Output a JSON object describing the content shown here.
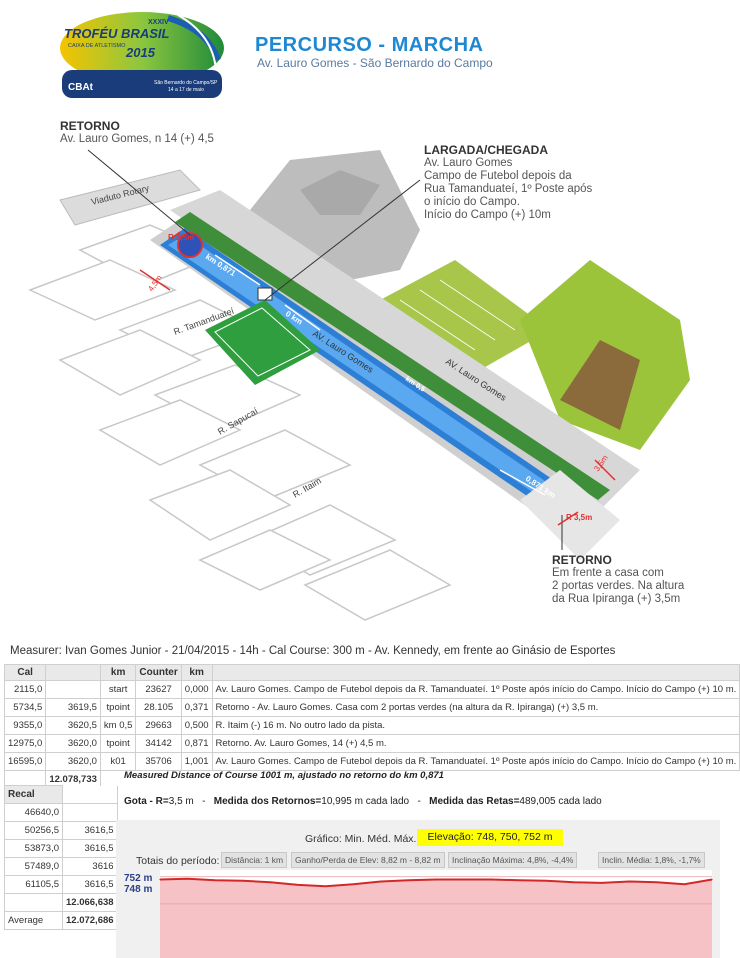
{
  "header": {
    "logo": {
      "roman": "XXXIV",
      "line1": "TROFÉU BRASIL",
      "line2": "CAIXA DE ATLETISMO",
      "year": "2015",
      "org": "CBAt",
      "place": "São Bernardo do Campo/SP",
      "dates": "14 a 17 de maio"
    },
    "title": "PERCURSO - MARCHA",
    "subtitle": "Av. Lauro Gomes - São Bernardo do Campo"
  },
  "map": {
    "retorno_top": {
      "title": "RETORNO",
      "body": "Av. Lauro Gomes, n 14  (+) 4,5"
    },
    "largada": {
      "title": "LARGADA/CHEGADA",
      "lines": [
        "Av. Lauro Gomes",
        "Campo de Futebol depois da",
        "Rua Tamanduateí, 1º Poste após",
        "o início do Campo.",
        "Início do Campo (+) 10m"
      ]
    },
    "retorno_bottom": {
      "title": "RETORNO",
      "lines": [
        "Em frente a casa com",
        "2 portas verdes. Na altura",
        "da Rua Ipiranga (+) 3,5m"
      ]
    },
    "labels": {
      "viaduto": "Viaduto Rotary",
      "tamanduatei": "R. Tamanduateí",
      "sapucai": "R. Sapucaí",
      "itaim": "R. Itaim",
      "av1": "AV. Lauro Gomes",
      "av2": "AV. Lauro Gomes",
      "r35a": "R 3,5m",
      "r35b": "R 3,5m",
      "m45": "4,5m",
      "m35": "3,5m",
      "km0871a": "km 0,871",
      "km0871b": "0,871 km",
      "km0": "0 km",
      "km05": "km 0,5"
    }
  },
  "measurer": "Measurer: Ivan Gomes Junior - 21/04/2015 - 14h - Cal Course: 300 m - Av. Kennedy, em frente ao Ginásio de Esportes",
  "table": {
    "headers": [
      "Cal",
      "",
      "km",
      "Counter",
      "km",
      ""
    ],
    "rows": [
      {
        "cal": "2115,0",
        "c2": "",
        "km": "start",
        "counter": "23627",
        "km2": "0,000",
        "desc": "Av. Lauro Gomes. Campo de Futebol depois da R. Tamanduateí. 1º Poste após início do Campo. Início do Campo (+) 10 m."
      },
      {
        "cal": "5734,5",
        "c2": "3619,5",
        "km": "tpoint",
        "counter": "28.105",
        "km2": "0,371",
        "desc": "Retorno - Av. Lauro Gomes. Casa com 2 portas verdes (na altura da R. Ipiranga) (+) 3,5 m."
      },
      {
        "cal": "9355,0",
        "c2": "3620,5",
        "km": "km 0,5",
        "counter": "29663",
        "km2": "0,500",
        "desc": "R. Itaim (-) 16 m. No outro lado da pista."
      },
      {
        "cal": "12975,0",
        "c2": "3620,0",
        "km": "tpoint",
        "counter": "34142",
        "km2": "0,871",
        "desc": "Retorno. Av. Lauro Gomes, 14 (+) 4,5 m."
      },
      {
        "cal": "16595,0",
        "c2": "3620,0",
        "km": "k01",
        "counter": "35706",
        "km2": "1,001",
        "desc": "Av. Lauro Gomes. Campo de Futebol depois da R. Tamanduateí. 1º Poste após início do Campo. Início do Campo (+) 10 m."
      }
    ],
    "total": "12.078,733",
    "measured_note": "Measured Distance of Course 1001 m, ajustado no retorno do km 0,871"
  },
  "recal": {
    "header": "Recal",
    "rows": [
      {
        "a": "46640,0",
        "b": ""
      },
      {
        "a": "50256,5",
        "b": "3616,5"
      },
      {
        "a": "53873,0",
        "b": "3616,5"
      },
      {
        "a": "57489,0",
        "b": "3616"
      },
      {
        "a": "61105,5",
        "b": "3616,5"
      }
    ],
    "total": "12.066,638",
    "average_label": "Average",
    "average": "12.072,686"
  },
  "gota": {
    "p1_label": "Gota - R=",
    "p1_value": "3,5 m",
    "p2_label": "Medida dos Retornos=",
    "p2_value": "10,995 m cada lado",
    "p3_label": "Medida das Retas=",
    "p3_value": "489,005 cada lado"
  },
  "elevation": {
    "grafico": "Gráfico: Min. Méd. Máx.",
    "badge": "Elevação: 748, 750, 752 m",
    "totais": "Totais do período:",
    "stats": [
      "Distância: 1 km",
      "Ganho/Perda de Elev: 8,82 m - 8,82 m",
      "Inclinação Máxima: 4,8%, -4,4%",
      "Inclin. Média: 1,8%, -1,7%"
    ],
    "label_max": "752 m",
    "label_min": "748 m"
  },
  "chart_data": {
    "type": "area",
    "x": [
      0,
      0.05,
      0.1,
      0.15,
      0.2,
      0.25,
      0.3,
      0.35,
      0.4,
      0.45,
      0.5,
      0.55,
      0.6,
      0.65,
      0.7,
      0.75,
      0.8,
      0.85,
      0.9,
      0.95,
      1.0
    ],
    "y": [
      751.6,
      751.7,
      751.5,
      751.4,
      751.2,
      750.8,
      750.6,
      750.9,
      751.3,
      751.5,
      751.6,
      751.6,
      751.6,
      751.5,
      751.4,
      751.2,
      751.1,
      751.3,
      751.2,
      750.9,
      751.6
    ],
    "ylim": [
      740,
      753
    ],
    "xlabel": "",
    "ylabel": "",
    "ticks": [
      "752 m",
      "748 m"
    ],
    "colors": {
      "fill": "#f6c2c6",
      "line": "#d42828",
      "grid": "#e89aa2"
    }
  }
}
